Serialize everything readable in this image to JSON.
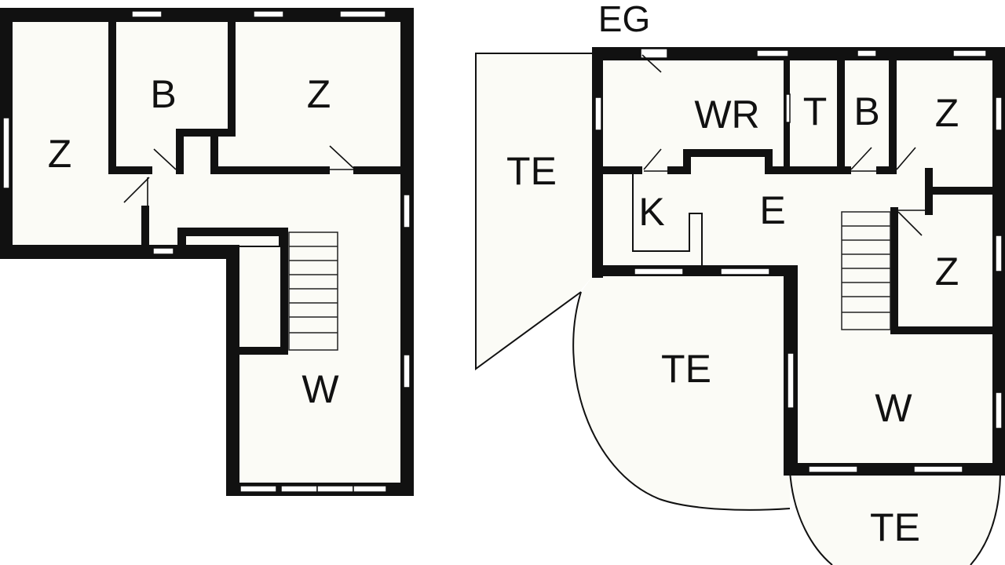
{
  "floors": [
    {
      "name": "",
      "rooms": [
        {
          "id": "og-z-left",
          "label": "Z"
        },
        {
          "id": "og-b",
          "label": "B"
        },
        {
          "id": "og-z-right",
          "label": "Z"
        },
        {
          "id": "og-w",
          "label": "W"
        }
      ]
    },
    {
      "name": "EG",
      "rooms": [
        {
          "id": "eg-te-left",
          "label": "TE"
        },
        {
          "id": "eg-wr",
          "label": "WR"
        },
        {
          "id": "eg-t",
          "label": "T"
        },
        {
          "id": "eg-b",
          "label": "B"
        },
        {
          "id": "eg-z-top",
          "label": "Z"
        },
        {
          "id": "eg-k",
          "label": "K"
        },
        {
          "id": "eg-e",
          "label": "E"
        },
        {
          "id": "eg-z-mid",
          "label": "Z"
        },
        {
          "id": "eg-te-center",
          "label": "TE"
        },
        {
          "id": "eg-w",
          "label": "W"
        },
        {
          "id": "eg-te-bottom",
          "label": "TE"
        }
      ]
    }
  ],
  "colors": {
    "wall": "#111111",
    "room_fill": "#fbfbf6",
    "background": "#ffffff"
  }
}
